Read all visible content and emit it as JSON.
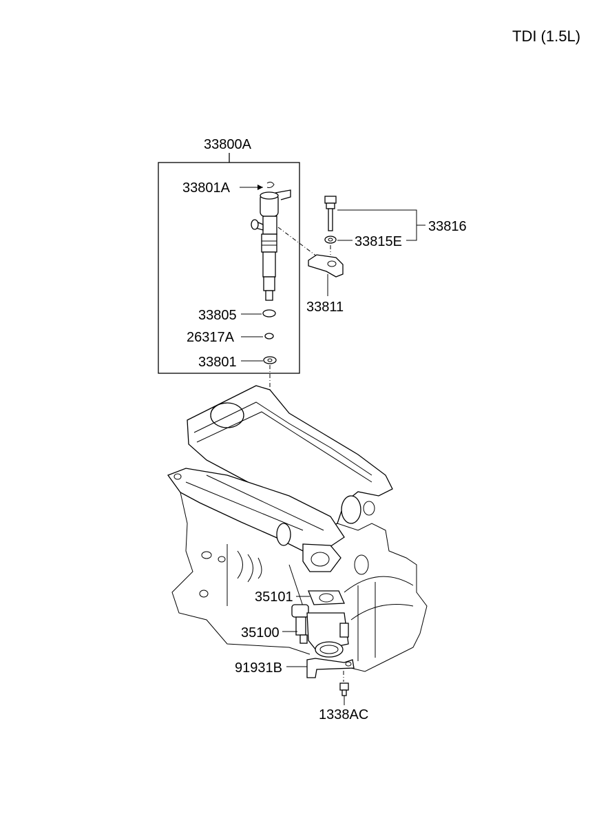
{
  "title": "TDI (1.5L)",
  "labels": {
    "assembly": "33800A",
    "injector_clip": "33801A",
    "bolt_assy": "33816",
    "washer": "33815E",
    "clamp": "33811",
    "o_ring_a": "33805",
    "o_ring_b": "26317A",
    "seal_washer": "33801",
    "gasket": "35101",
    "throttle_body": "35100",
    "bracket": "91931B",
    "bolt": "1338AC"
  }
}
